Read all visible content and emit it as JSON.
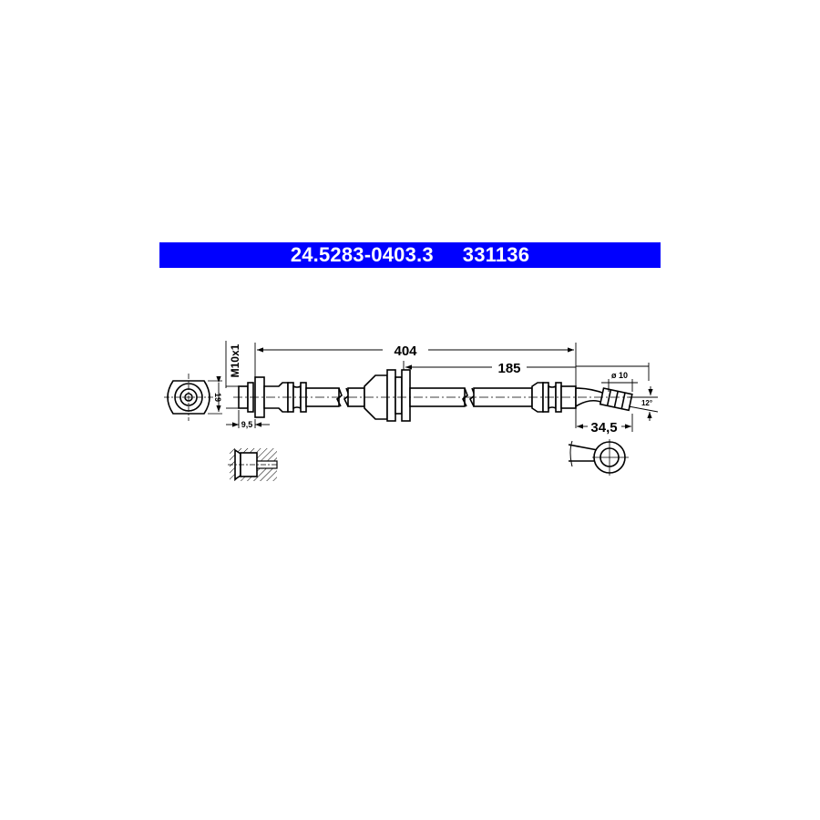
{
  "header": {
    "part_number": "24.5283-0403.3",
    "reference_number": "331136",
    "background_color": "#0000ff",
    "text_color": "#ffffff"
  },
  "drawing": {
    "type": "brake-hose-technical-drawing",
    "dimensions": {
      "thread": "M10x1",
      "hex_width": "19",
      "fitting_length": "9,5",
      "total_length": "404",
      "partial_length": "185",
      "eye_diameter": "ø 10",
      "angle": "12°",
      "end_length": "34,5"
    }
  }
}
